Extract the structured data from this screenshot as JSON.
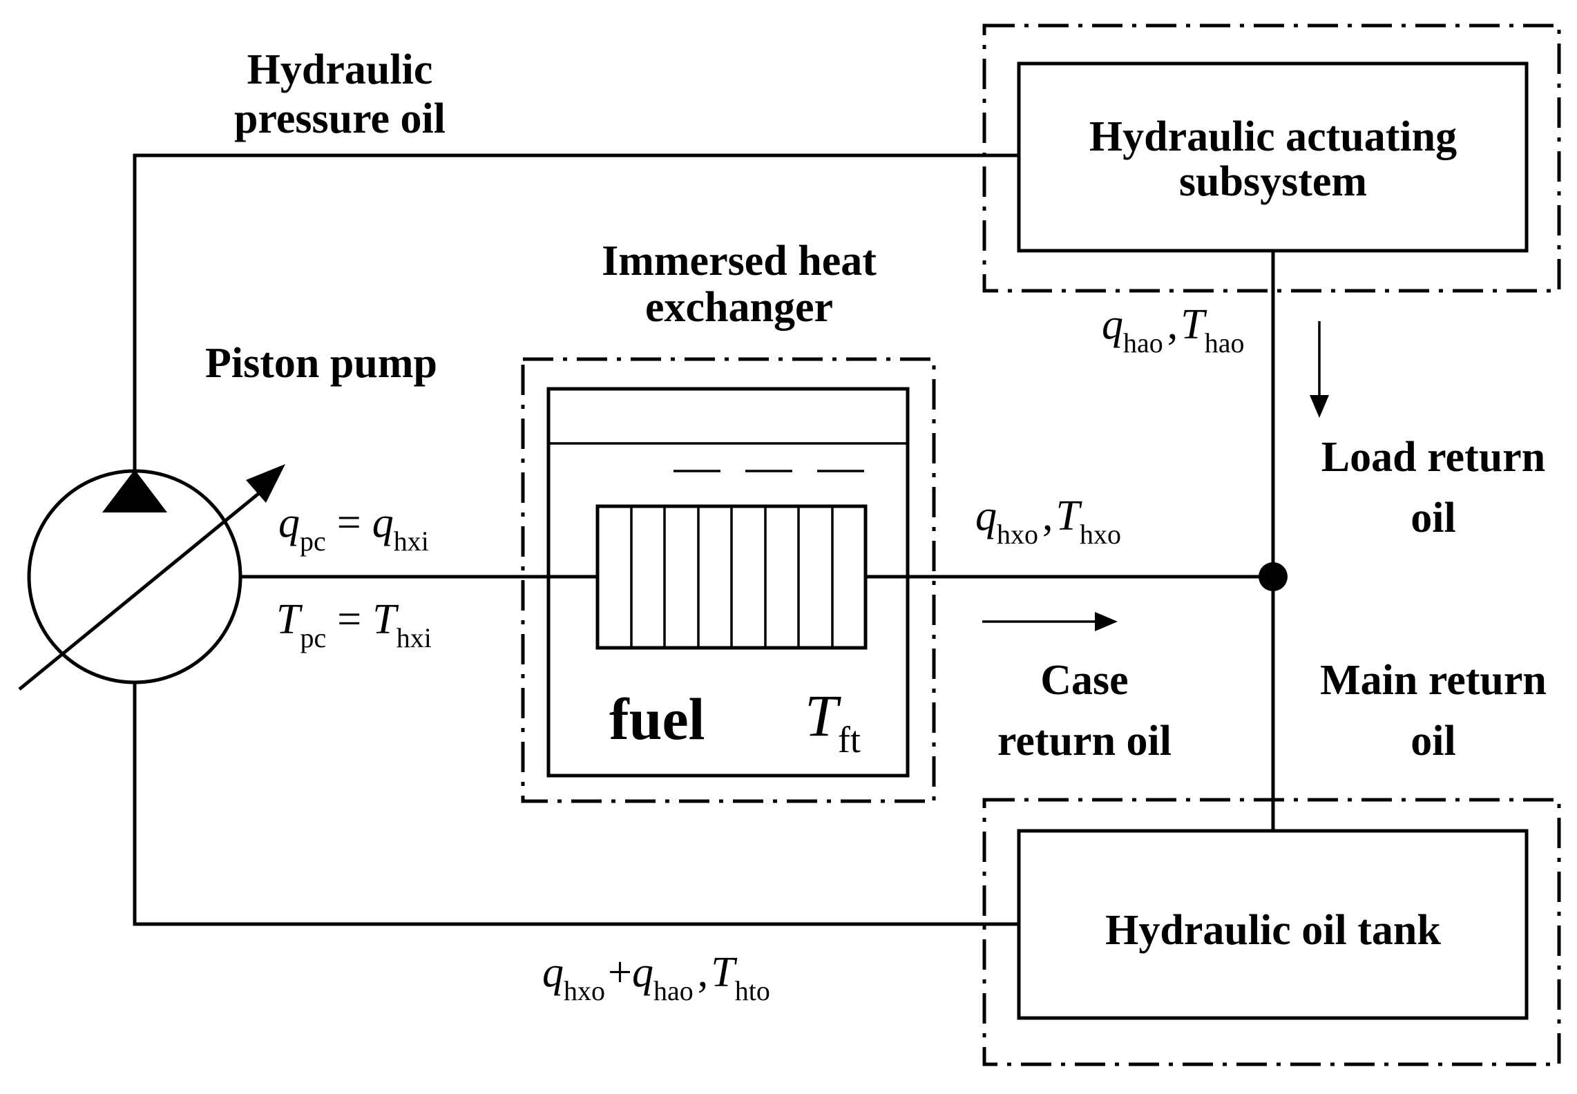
{
  "labels": {
    "pressure_oil_line1": "Hydraulic",
    "pressure_oil_line2": "pressure oil",
    "actuating_line1": "Hydraulic actuating",
    "actuating_line2": "subsystem",
    "heat_exchanger_line1": "Immersed heat",
    "heat_exchanger_line2": "exchanger",
    "piston_pump": "Piston pump",
    "load_return_line1": "Load return",
    "load_return_line2": "oil",
    "main_return_line1": "Main return",
    "main_return_line2": "oil",
    "case_return_line1": "Case",
    "case_return_line2": "return oil",
    "oil_tank": "Hydraulic oil tank",
    "fuel": "fuel"
  },
  "symbols": {
    "q": "q",
    "T": "T",
    "equals": "=",
    "comma": ",",
    "plus": "+",
    "sub_pc": "pc",
    "sub_hxi": "hxi",
    "sub_hxo": "hxo",
    "sub_hao": "hao",
    "sub_hto": "hto",
    "sub_ft": "ft"
  }
}
